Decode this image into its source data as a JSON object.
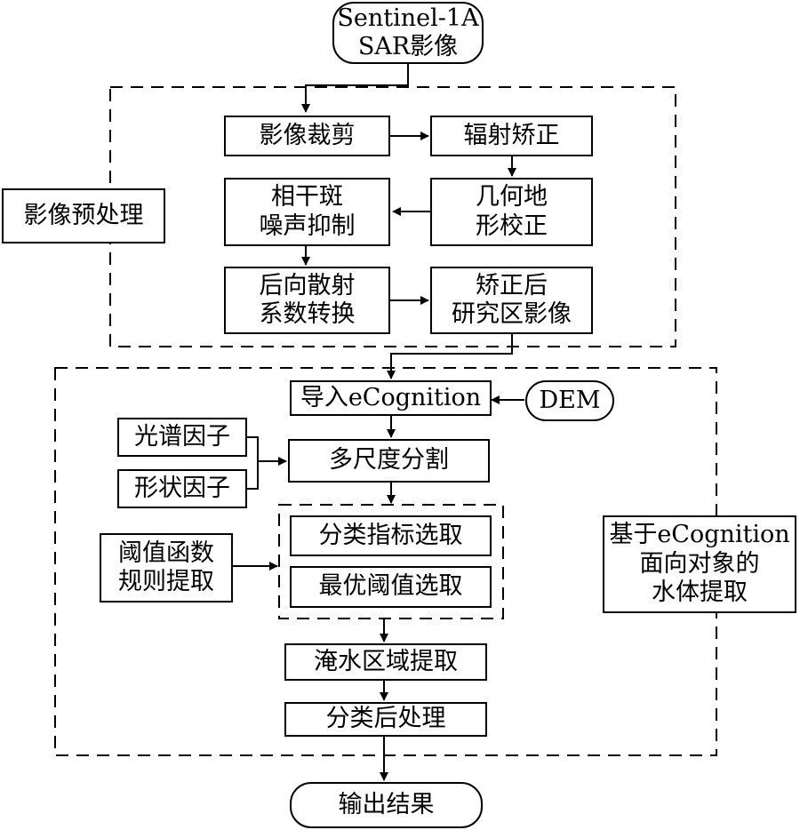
{
  "diagram": {
    "start_node": "Sentinel-1A\nSAR影像",
    "preprocess_group_label": "影像预处理",
    "crop": "影像裁剪",
    "radiometric": "辐射矫正",
    "speckle": "相干斑\n噪声抑制",
    "terrain": "几何地\n形校正",
    "backscatter": "后向散射\n系数转换",
    "corrected_image": "矫正后\n研究区影像",
    "import_ecognition": "导入eCognition",
    "dem": "DEM",
    "spectral_factor": "光谱因子",
    "shape_factor": "形状因子",
    "multiscale_seg": "多尺度分割",
    "class_index": "分类指标选取",
    "optimal_threshold": "最优阈值选取",
    "threshold_rules": "阈值函数\n规则提取",
    "flood_area": "淹水区域提取",
    "post_class": "分类后处理",
    "extraction_group_label": "基于eCognition\n面向对象的\n水体提取",
    "output": "输出结果"
  }
}
